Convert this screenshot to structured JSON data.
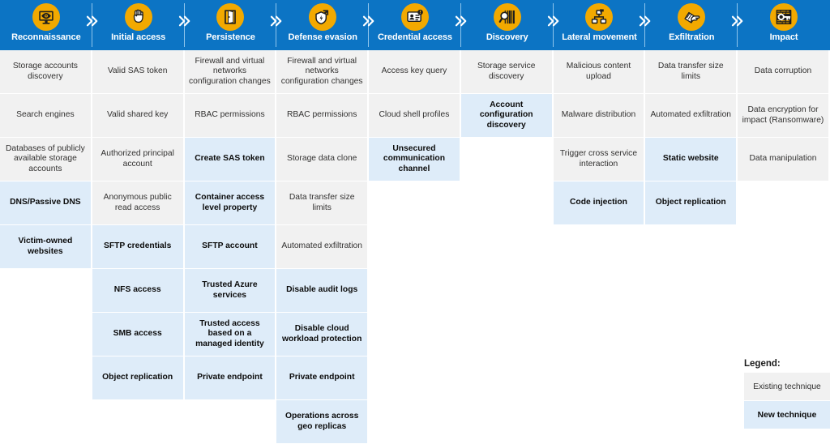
{
  "colors": {
    "header_blue": "#0c74c4",
    "icon_gold": "#f2a900",
    "existing_bg": "#f1f1f1",
    "new_bg": "#deecf9",
    "chevron": "#ffffff"
  },
  "legend": {
    "title": "Legend:",
    "items": [
      {
        "label": "Existing technique",
        "state": "existing"
      },
      {
        "label": "New technique",
        "state": "new"
      }
    ]
  },
  "columns": [
    {
      "title": "Reconnaissance",
      "icon": "monitor-eye-icon",
      "cells": [
        {
          "label": "Storage accounts discovery",
          "state": "existing"
        },
        {
          "label": "Search engines",
          "state": "existing"
        },
        {
          "label": "Databases of publicly available storage accounts",
          "state": "existing"
        },
        {
          "label": "DNS/Passive DNS",
          "state": "new"
        },
        {
          "label": "Victim-owned websites",
          "state": "new"
        }
      ]
    },
    {
      "title": "Initial access",
      "icon": "raised-fist-icon",
      "cells": [
        {
          "label": "Valid SAS token",
          "state": "existing"
        },
        {
          "label": "Valid shared key",
          "state": "existing"
        },
        {
          "label": "Authorized principal account",
          "state": "existing"
        },
        {
          "label": "Anonymous public read access",
          "state": "existing"
        },
        {
          "label": "SFTP credentials",
          "state": "new"
        },
        {
          "label": "NFS access",
          "state": "new"
        },
        {
          "label": "SMB access",
          "state": "new"
        },
        {
          "label": "Object replication",
          "state": "new"
        }
      ]
    },
    {
      "title": "Persistence",
      "icon": "open-door-icon",
      "cells": [
        {
          "label": "Firewall and virtual networks configuration changes",
          "state": "existing"
        },
        {
          "label": "RBAC permissions",
          "state": "existing"
        },
        {
          "label": "Create SAS token",
          "state": "new"
        },
        {
          "label": "Container access level property",
          "state": "new"
        },
        {
          "label": "SFTP account",
          "state": "new"
        },
        {
          "label": "Trusted Azure services",
          "state": "new"
        },
        {
          "label": "Trusted access based on a managed identity",
          "state": "new"
        },
        {
          "label": "Private endpoint",
          "state": "new"
        }
      ]
    },
    {
      "title": "Defense evasion",
      "icon": "shield-arrow-icon",
      "cells": [
        {
          "label": "Firewall and virtual networks configuration changes",
          "state": "existing"
        },
        {
          "label": "RBAC permissions",
          "state": "existing"
        },
        {
          "label": "Storage data clone",
          "state": "existing"
        },
        {
          "label": "Data transfer size limits",
          "state": "existing"
        },
        {
          "label": "Automated exfiltration",
          "state": "existing"
        },
        {
          "label": "Disable audit logs",
          "state": "new"
        },
        {
          "label": "Disable cloud workload protection",
          "state": "new"
        },
        {
          "label": "Private endpoint",
          "state": "new"
        },
        {
          "label": "Operations across geo replicas",
          "state": "new"
        }
      ]
    },
    {
      "title": "Credential access",
      "icon": "id-card-icon",
      "cells": [
        {
          "label": "Access key query",
          "state": "existing"
        },
        {
          "label": "Cloud shell profiles",
          "state": "existing"
        },
        {
          "label": "Unsecured communication channel",
          "state": "new"
        }
      ]
    },
    {
      "title": "Discovery",
      "icon": "barcode-search-icon",
      "cells": [
        {
          "label": "Storage service discovery",
          "state": "existing"
        },
        {
          "label": "Account configuration discovery",
          "state": "new"
        }
      ]
    },
    {
      "title": "Lateral movement",
      "icon": "network-nodes-icon",
      "cells": [
        {
          "label": "Malicious content upload",
          "state": "existing"
        },
        {
          "label": "Malware distribution",
          "state": "existing"
        },
        {
          "label": "Trigger cross service interaction",
          "state": "existing"
        },
        {
          "label": "Code injection",
          "state": "new"
        }
      ]
    },
    {
      "title": "Exfiltration",
      "icon": "hand-grab-file-icon",
      "cells": [
        {
          "label": "Data transfer size limits",
          "state": "existing"
        },
        {
          "label": "Automated exfiltration",
          "state": "existing"
        },
        {
          "label": "Static website",
          "state": "new"
        },
        {
          "label": "Object replication",
          "state": "new"
        }
      ]
    },
    {
      "title": "Impact",
      "icon": "key-encrypted-icon",
      "cells": [
        {
          "label": "Data corruption",
          "state": "existing"
        },
        {
          "label": "Data encryption for impact (Ransomware)",
          "state": "existing"
        },
        {
          "label": "Data manipulation",
          "state": "existing"
        }
      ]
    }
  ]
}
